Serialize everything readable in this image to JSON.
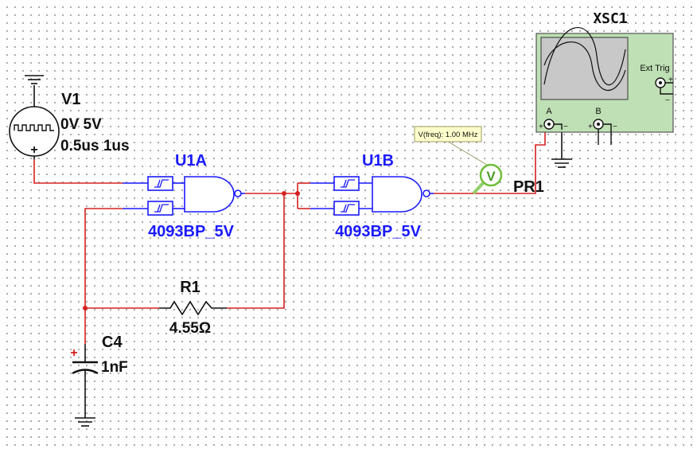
{
  "source": {
    "ref": "V1",
    "voltage": "0V 5V",
    "timing": "0.5us 1us",
    "plus_sign": "+"
  },
  "gate_a": {
    "ref": "U1A",
    "part": "4093BP_5V"
  },
  "gate_b": {
    "ref": "U1B",
    "part": "4093BP_5V"
  },
  "resistor": {
    "ref": "R1",
    "value": "4.55Ω"
  },
  "capacitor": {
    "ref": "C4",
    "value": "1nF",
    "plus_sign": "+"
  },
  "probe": {
    "ref": "PR1",
    "tooltip": "V(freq): 1.00 MHz",
    "symbol": "V"
  },
  "scope": {
    "ref": "XSC1",
    "ext_trig": "Ext Trig",
    "channel_a": "A",
    "channel_b": "B",
    "plus": "+",
    "minus": "−"
  },
  "colors": {
    "wire": "#d62020",
    "component": "#1a1aff",
    "junction": "#d62020",
    "scope_body": "#bfe0b4",
    "scope_screen": "#c8c8c8",
    "probe_ring": "#6fbf3a"
  }
}
